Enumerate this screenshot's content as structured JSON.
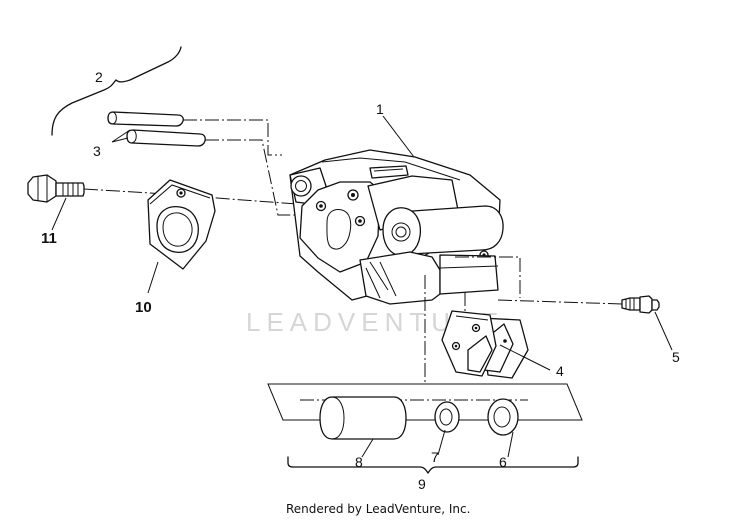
{
  "diagram": {
    "callouts": {
      "c1": "1",
      "c2": "2",
      "c3": "3",
      "c4": "4",
      "c5": "5",
      "c6": "6",
      "c7": "7",
      "c8": "8",
      "c9": "9",
      "c10": "10",
      "c11": "11"
    },
    "watermark": "LEADVENTURE",
    "credit": "Rendered by LeadVenture, Inc."
  }
}
